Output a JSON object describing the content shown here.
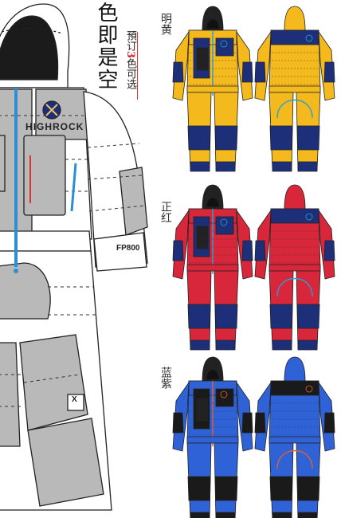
{
  "headline": {
    "chars": "色即是空"
  },
  "tagline": {
    "part1": "預订",
    "number": "3",
    "part2": "色可选"
  },
  "brand": {
    "name": "HIGHROCK",
    "patch": "FP800",
    "logo": "X"
  },
  "colorways": [
    {
      "label": "明黄",
      "primary": "#f4b91c",
      "secondary": "#1e2f7a",
      "accent": "#2a9fd6"
    },
    {
      "label": "正红",
      "primary": "#d8263a",
      "secondary": "#1e2f7a",
      "accent": "#2a9fd6"
    },
    {
      "label": "蓝紫",
      "primary": "#2f62d6",
      "secondary": "#1a1a1a",
      "accent": "#e06030"
    }
  ],
  "colors": {
    "shell_white": "#ffffff",
    "shell_grey": "#b9b9b9",
    "zip_blue": "#2a8fd6",
    "outline": "#222222"
  }
}
